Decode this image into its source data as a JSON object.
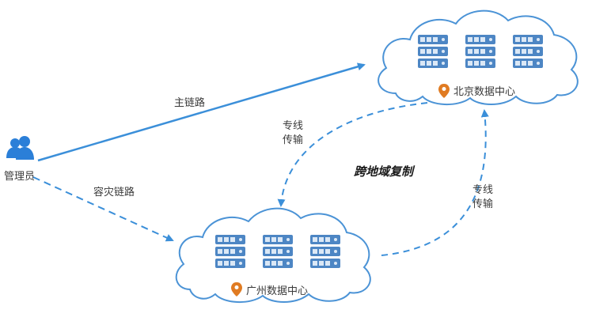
{
  "admin": {
    "label": "管理员"
  },
  "links": {
    "primary": "主链路",
    "backup": "容灾链路",
    "dedicated_top_line1": "专线",
    "dedicated_top_line2": "传输",
    "dedicated_right_line1": "专线",
    "dedicated_right_line2": "传输"
  },
  "center_title": "跨地域复制",
  "datacenters": {
    "beijing": {
      "label": "北京数据中心"
    },
    "guangzhou": {
      "label": "广州数据中心"
    }
  },
  "colors": {
    "line": "#3b8fd9",
    "cloud_stroke": "#4b93d6",
    "server_dark": "#4d86c4",
    "server_light": "#dbe8f6",
    "pin": "#e07b22",
    "person": "#2b7fd8"
  }
}
